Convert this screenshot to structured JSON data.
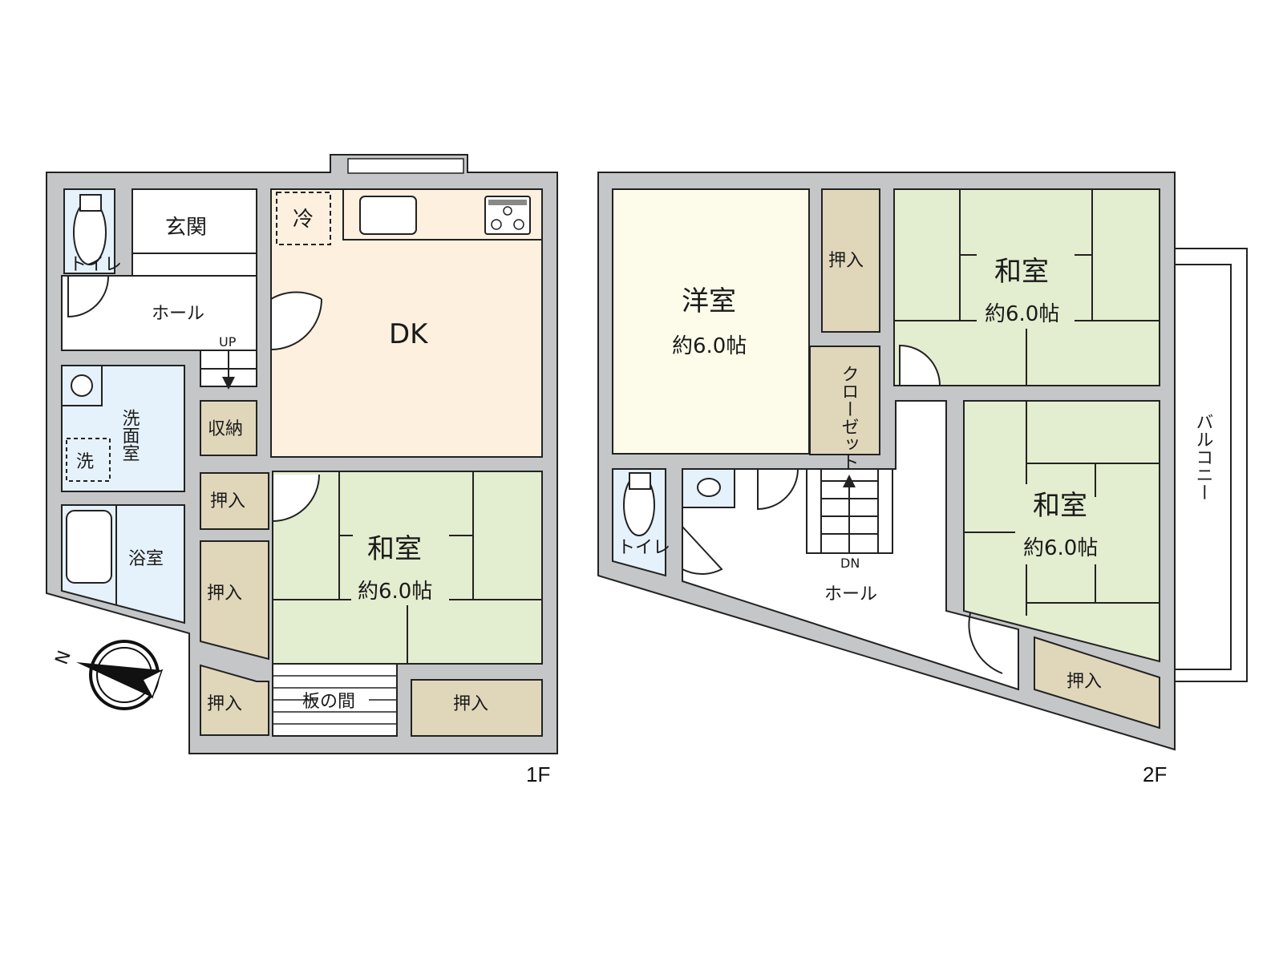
{
  "colors": {
    "wall": "#c4c6c7",
    "outline": "#222222",
    "dk": "#fdf0de",
    "wet": "#e5f1fb",
    "tatami": "#e3edcf",
    "storage": "#e0d7bb",
    "western": "#fdfbea",
    "hall": "#ffffff"
  },
  "floor1": {
    "label": "1F",
    "rooms": {
      "toilet": "トイレ",
      "entrance": "玄関",
      "hall": "ホール",
      "up": "UP",
      "fridge": "冷",
      "dk": "DK",
      "washroom": "洗面室",
      "washer": "洗",
      "storage": "収納",
      "bath": "浴室",
      "closet1": "押入",
      "closet2": "押入",
      "closet3": "押入",
      "closet4": "押入",
      "washitsu": "和室",
      "washitsu_size": "約6.0帖",
      "itanoma": "板の間"
    },
    "compass": "N"
  },
  "floor2": {
    "label": "2F",
    "rooms": {
      "youshitsu": "洋室",
      "youshitsu_size": "約6.0帖",
      "closet_top": "押入",
      "walkin": "クローゼット",
      "washitsu_a": "和室",
      "washitsu_a_size": "約6.0帖",
      "washitsu_b": "和室",
      "washitsu_b_size": "約6.0帖",
      "closet_bottom": "押入",
      "toilet": "トイレ",
      "hall": "ホール",
      "dn": "DN",
      "balcony": "バルコニー"
    }
  }
}
